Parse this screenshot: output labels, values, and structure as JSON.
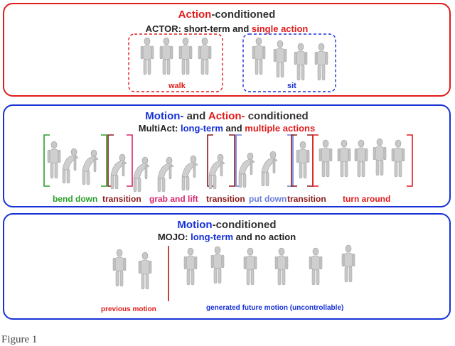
{
  "colors": {
    "red": "#e11b1b",
    "blue": "#1631d6",
    "green": "#2aa02a",
    "darkred": "#8b1a1a",
    "magenta": "#d6246e",
    "lightblue": "#6c7bdc",
    "figure": "#c8c8c8"
  },
  "panel1": {
    "title_colored": "Action",
    "title_rest": "-conditioned",
    "subtitle_prefix": "ACTOR: short-term and ",
    "subtitle_colored": "single action",
    "label_walk": "walk",
    "label_sit": "sit"
  },
  "panel2": {
    "title_motion": "Motion-",
    "title_mid": " and ",
    "title_action": "Action-",
    "title_rest": " conditioned",
    "subtitle_prefix": "MultiAct: ",
    "subtitle_long": "long-term",
    "subtitle_mid": " and ",
    "subtitle_multi": "multiple actions",
    "segments": [
      "bend down",
      "transition",
      "grab and lift",
      "transition",
      "put down",
      "transition",
      "turn around"
    ]
  },
  "panel3": {
    "title_colored": "Motion",
    "title_rest": "-conditioned",
    "subtitle_prefix": "MOJO: ",
    "subtitle_colored": "long-term",
    "subtitle_rest": " and no action",
    "label_prev": "previous motion",
    "label_future": "generated future motion (uncontrollable)"
  },
  "footer": "Figure 1"
}
